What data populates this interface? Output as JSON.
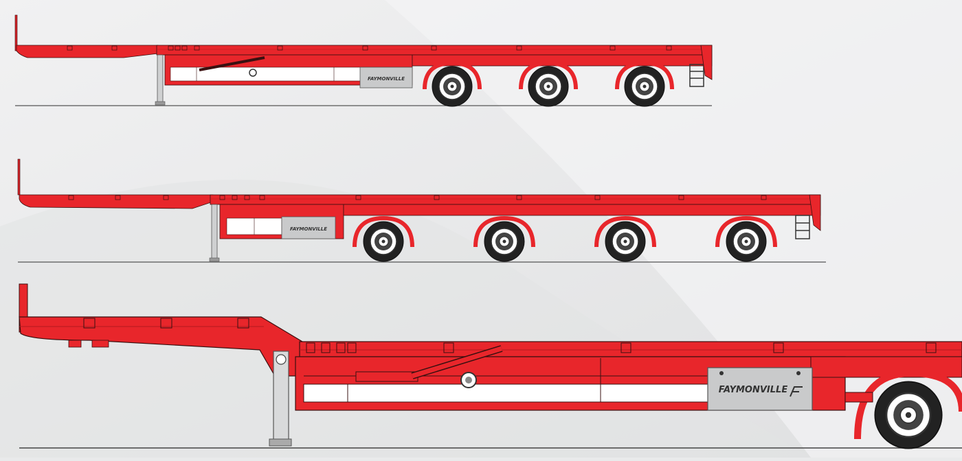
{
  "brand": {
    "logo_text": "FAYMONVILLE",
    "primary_color": "#e8262b",
    "outline_color": "#3a1010",
    "tire_color": "#232323",
    "toolbox_color": "#c9cacb",
    "background_color": "#e9eaeb"
  },
  "trailers": [
    {
      "name": "three-axle flatbed semi-trailer",
      "axles": 3
    },
    {
      "name": "four-axle flatbed semi-trailer",
      "axles": 4
    },
    {
      "name": "stepped deck semi-trailer (detail view)",
      "axles": 1
    }
  ],
  "icons": [
    "faymonville-f-logo-icon",
    "landing-leg-icon",
    "wheel-icon",
    "ladder-icon"
  ]
}
